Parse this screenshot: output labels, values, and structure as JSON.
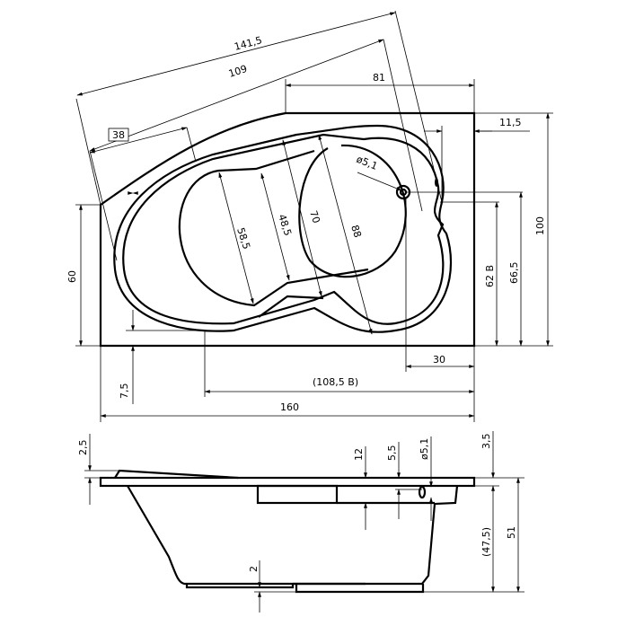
{
  "top_view": {
    "dimensions": {
      "overall_diagonal": "141,5",
      "inner_diagonal": "109",
      "top_edge": "81",
      "corner_boxed": "38",
      "drain_offset": "11,5",
      "drain_diameter": "ø5,1",
      "depth_total": "100",
      "drain_from_front": "66,5",
      "basin_62": "62 B",
      "left_edge": "60",
      "seat_58": "58,5",
      "width_48": "48,5",
      "width_70": "70",
      "width_88": "88",
      "right_offset": "30",
      "left_offset": "7,5",
      "basin_length": "(108,5 B)",
      "overall_length": "160"
    }
  },
  "side_view": {
    "dimensions": {
      "rim_rise": "2,5",
      "apron_12": "12",
      "overflow_5": "5,5",
      "overflow_diameter": "ø5,1",
      "rim_thickness": "3,5",
      "total_height": "51",
      "inner_depth": "(47,5)",
      "feet": "2"
    }
  }
}
